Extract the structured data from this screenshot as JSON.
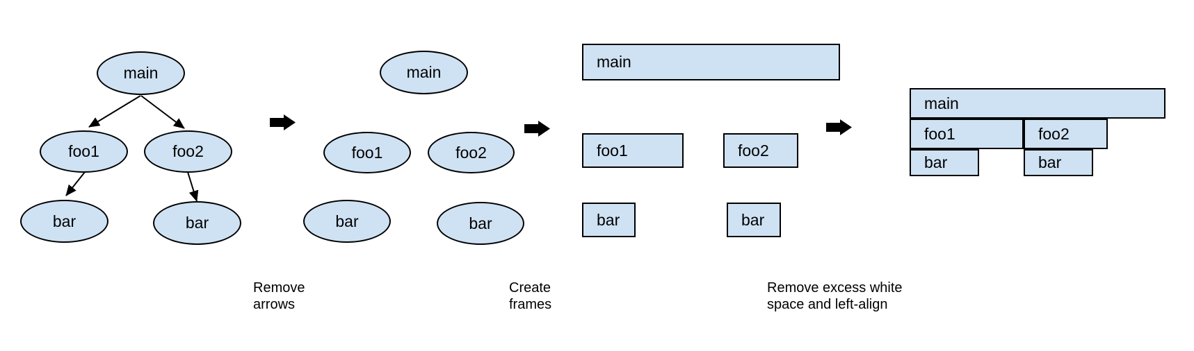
{
  "colors": {
    "background": "#ffffff",
    "shape_fill": "#cfe2f3",
    "shape_stroke": "#000000",
    "text": "#000000"
  },
  "stage_call_tree": {
    "nodes": {
      "main": "main",
      "foo1": "foo1",
      "foo2": "foo2",
      "bar_left": "bar",
      "bar_right": "bar"
    }
  },
  "stage_no_arrows": {
    "nodes": {
      "main": "main",
      "foo1": "foo1",
      "foo2": "foo2",
      "bar_left": "bar",
      "bar_right": "bar"
    }
  },
  "stage_frames": {
    "nodes": {
      "main": "main",
      "foo1": "foo1",
      "foo2": "foo2",
      "bar_left": "bar",
      "bar_right": "bar"
    }
  },
  "stage_flame_graph": {
    "nodes": {
      "main": "main",
      "foo1": "foo1",
      "foo2": "foo2",
      "bar_left": "bar",
      "bar_right": "bar"
    }
  },
  "captions": {
    "remove_arrows": "Remove\narrows",
    "create_frames": "Create\nframes",
    "left_align": "Remove excess white\nspace and left-align"
  }
}
